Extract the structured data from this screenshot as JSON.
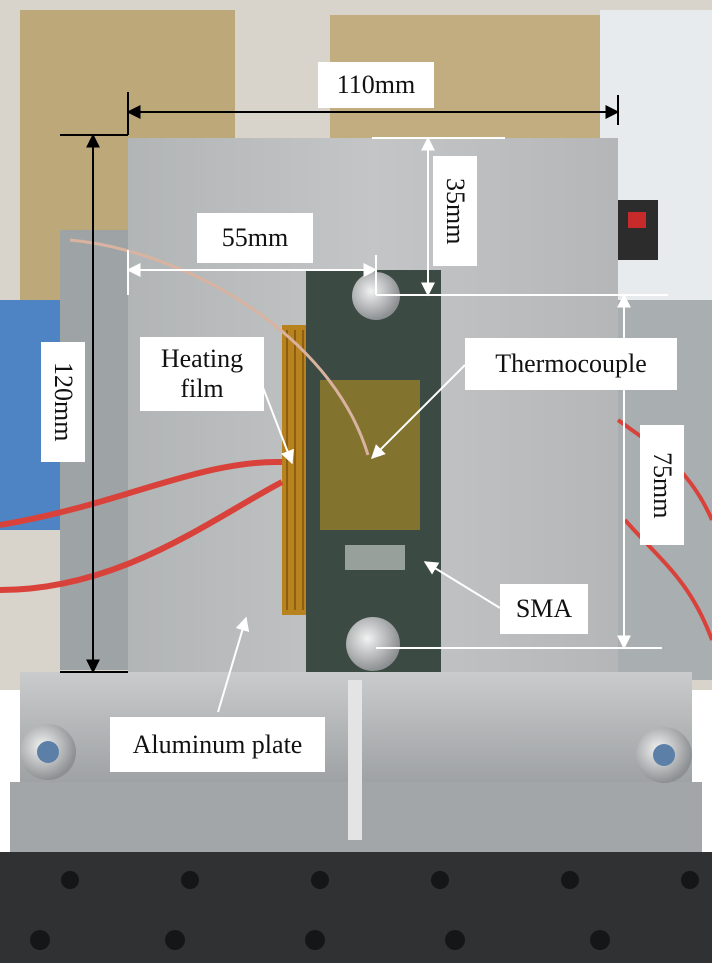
{
  "labels": {
    "width_top": "110mm",
    "height_left": "120mm",
    "offset_top": "35mm",
    "offset_center": "55mm",
    "height_right": "75mm",
    "heating_film_line1": "Heating",
    "heating_film_line2": "film",
    "thermocouple": "Thermocouple",
    "sma": "SMA",
    "aluminum_plate": "Aluminum plate"
  },
  "colors": {
    "background": "#cfc9bd",
    "plate": "#b9bcbd",
    "sma_strip": "#3b4a42",
    "heating_film": "#b8821e",
    "wire": "#d9423a",
    "dimension_black": "#000000",
    "dimension_white": "#ffffff"
  }
}
